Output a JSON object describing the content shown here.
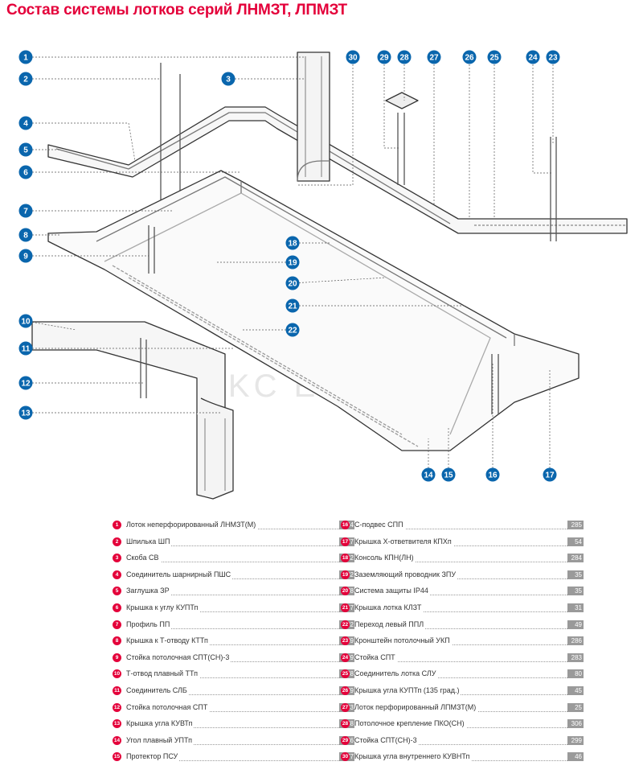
{
  "title": "Состав системы лотков серий ЛНМЗТ, ЛПМЗТ",
  "watermark": "DKC   ELECTRIC",
  "accent_color": "#e4003a",
  "callout_color": "#0a66ad",
  "legend_left": [
    {
      "n": "1",
      "label": "Лоток неперфорированный ЛНМЗТ(М)",
      "page": "24"
    },
    {
      "n": "2",
      "label": "Шпилька ШП",
      "page": "327"
    },
    {
      "n": "3",
      "label": "Скоба СВ",
      "page": "82"
    },
    {
      "n": "4",
      "label": "Соединитель шарнирный ПШС",
      "page": "82"
    },
    {
      "n": "5",
      "label": "Заглушка ЗР",
      "page": "78"
    },
    {
      "n": "6",
      "label": "Крышка к углу КУПТп",
      "page": "37"
    },
    {
      "n": "7",
      "label": "Профиль ПП",
      "page": "292"
    },
    {
      "n": "8",
      "label": "Крышка к Т-отводу КТТп",
      "page": "39"
    },
    {
      "n": "9",
      "label": "Стойка потолочная СПТ(СН)-3",
      "page": "299"
    },
    {
      "n": "10",
      "label": "Т-отвод плавный ТТп",
      "page": "38"
    },
    {
      "n": "11",
      "label": "Соединитель СЛБ",
      "page": "79"
    },
    {
      "n": "12",
      "label": "Стойка потолочная СПТ",
      "page": "283"
    },
    {
      "n": "13",
      "label": "Крышка угла КУВТп",
      "page": "48"
    },
    {
      "n": "14",
      "label": "Угол плавный УПТп",
      "page": "36"
    },
    {
      "n": "15",
      "label": "Протектор ПСУ",
      "page": "77"
    }
  ],
  "legend_right": [
    {
      "n": "16",
      "label": "С-подвес СПП",
      "page": "285"
    },
    {
      "n": "17",
      "label": "Крышка Х-ответвителя КПХп",
      "page": "54"
    },
    {
      "n": "18",
      "label": "Консоль КПН(ЛН)",
      "page": "284"
    },
    {
      "n": "19",
      "label": "Заземляющий проводник ЗПУ",
      "page": "35"
    },
    {
      "n": "20",
      "label": "Система защиты IP44",
      "page": "35"
    },
    {
      "n": "21",
      "label": "Крышка лотка КЛЗТ",
      "page": "31"
    },
    {
      "n": "22",
      "label": "Переход левый ППЛ",
      "page": "49"
    },
    {
      "n": "23",
      "label": "Кронштейн потолочный УКП",
      "page": "286"
    },
    {
      "n": "24",
      "label": "Стойка СПТ",
      "page": "283"
    },
    {
      "n": "25",
      "label": "Соединитель лотка СЛУ",
      "page": "80"
    },
    {
      "n": "26",
      "label": "Крышка угла КУПТп (135 град.)",
      "page": "45"
    },
    {
      "n": "27",
      "label": "Лоток перфорированный ЛПМЗТ(М)",
      "page": "25"
    },
    {
      "n": "28",
      "label": "Потолочное крепление ПКО(СН)",
      "page": "306"
    },
    {
      "n": "29",
      "label": "Стойка СПТ(СН)-3",
      "page": "299"
    },
    {
      "n": "30",
      "label": "Крышка угла внутреннего КУВНТп",
      "page": "46"
    }
  ],
  "callouts": [
    "1",
    "2",
    "3",
    "4",
    "5",
    "6",
    "7",
    "8",
    "9",
    "10",
    "11",
    "12",
    "13",
    "14",
    "15",
    "16",
    "17",
    "18",
    "19",
    "20",
    "21",
    "22",
    "23",
    "24",
    "25",
    "26",
    "27",
    "28",
    "29",
    "30"
  ]
}
